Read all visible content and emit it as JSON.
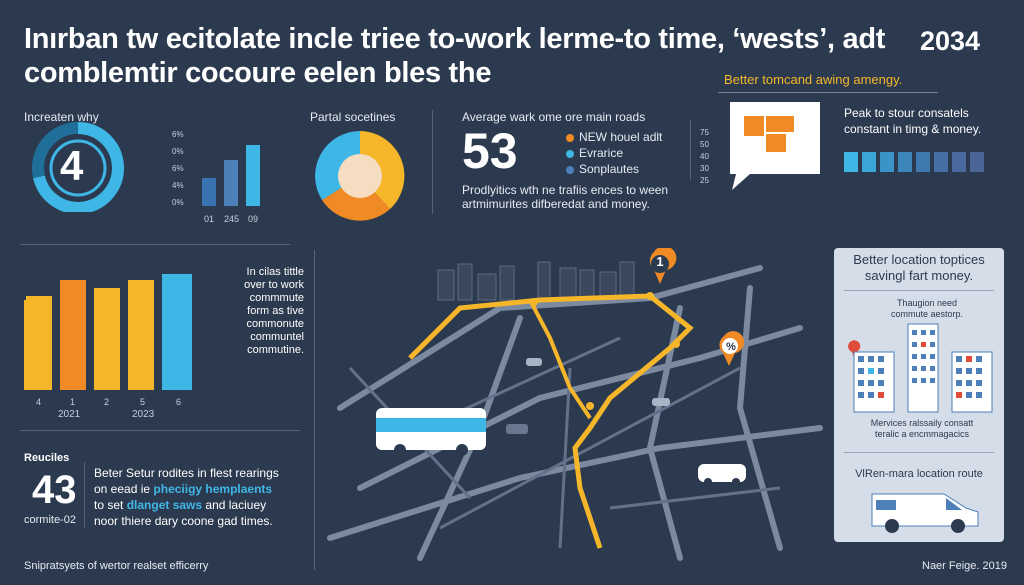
{
  "header": {
    "title_line1": "Inırban tw ecitolate incle triee to-work lerme-to time, ‘wests’, adt",
    "title_line2": "comblemtir cocoure eelen bles the",
    "year": "2034",
    "accent_hint": "Better tomcand awing amengy."
  },
  "colors": {
    "background": "#2c3a4f",
    "yellow": "#f6b62a",
    "orange": "#f08a24",
    "blue": "#3fb7e6",
    "steel": "#4d7fb8"
  },
  "donut": {
    "label": "Increaten why",
    "value": "4"
  },
  "mini_bars": {
    "ticks": [
      "6%",
      "0%",
      "6%",
      "4%",
      "0%"
    ],
    "categories": [
      "01",
      "245",
      "09"
    ]
  },
  "pie": {
    "label": "Partal socetines"
  },
  "roads": {
    "heading": "Average wark ome ore main roads",
    "value": "53",
    "legend": [
      {
        "label": "NEW houel adlt",
        "color": "#f08a24"
      },
      {
        "label": "Evrarice",
        "color": "#3fb7e6"
      },
      {
        "label": "Sonplautes",
        "color": "#4d7fb8"
      }
    ],
    "note_line1": "Prodlyitics wth ne trafiis ences to ween",
    "note_line2": "artmimurites difberedat and money."
  },
  "chat": {
    "ticks": [
      "75",
      "50",
      "40",
      "30",
      "25"
    ]
  },
  "peak": {
    "line1": "Peak to stour consatels",
    "line2": "constant in timg & money."
  },
  "big_bars": {
    "ticks": [
      "4",
      "1",
      "2",
      "5",
      "6"
    ],
    "years": [
      "2021",
      "2023"
    ],
    "caption": [
      "In cilas tittle",
      "over to work",
      "commmute",
      "form as tive",
      "commonute",
      "communtel",
      "commutine."
    ]
  },
  "reucles": {
    "label": "Reuciles",
    "value": "43",
    "sub": "cormite-02",
    "line1": "Beter Setur rodites in flest rearings",
    "line2_pre": "on eead ie",
    "line2_highlight": "pheciigy hemplaents",
    "line3_pre": "to set",
    "line3_highlight": "dlanget saws",
    "line3_post": "and laciuey",
    "line4": "noor thiere dary coone gad times."
  },
  "map": {
    "pins": [
      "1",
      "%"
    ]
  },
  "panel": {
    "title_line1": "Better location toptices",
    "title_line2": "savingl fart money.",
    "note_line1": "Thaugion need",
    "note_line2": "commute aestorp.",
    "bottom_line1": "Mervices  ralssaily  consatt",
    "bottom_line2": "teralic a encmmagacics",
    "route": "VlRen-mara location route"
  },
  "footer": {
    "left": "Snipratsyets of wertor realset efficerry",
    "right": "Naer Feige. 2019"
  }
}
